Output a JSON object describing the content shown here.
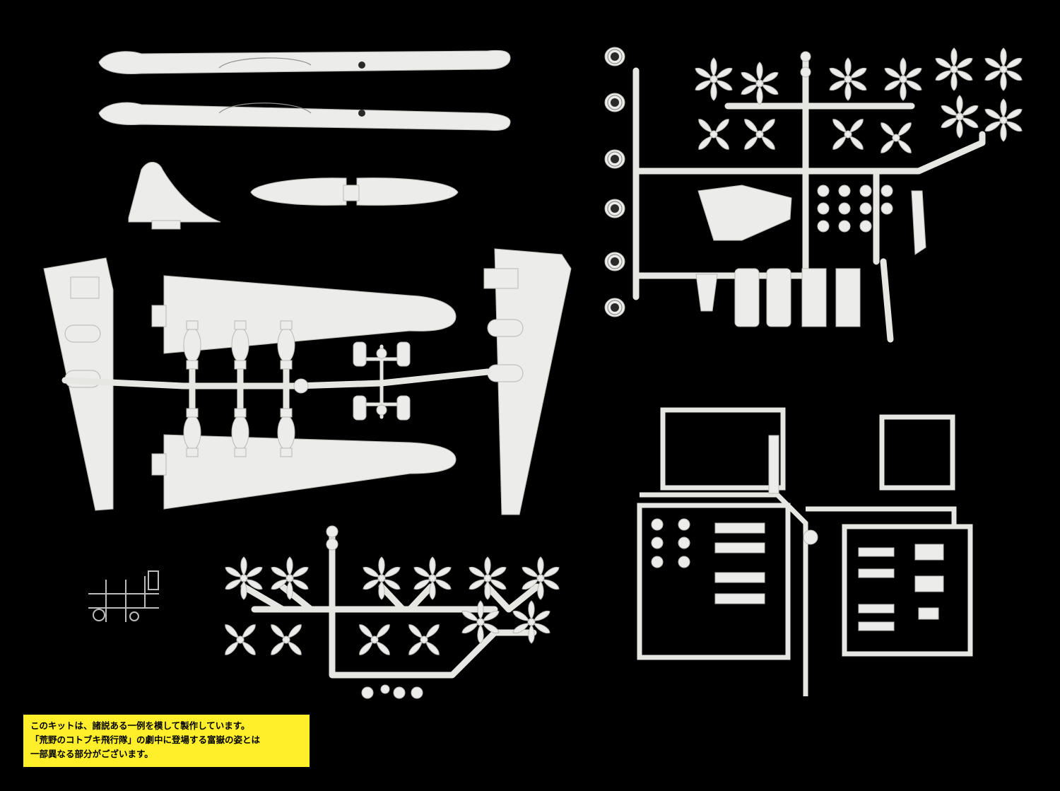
{
  "notice": {
    "line1": "このキットは、諸説ある一例を模して製作しています。",
    "line2": "「荒野のコトブキ飛行隊」の劇中に登場する富嶽の姿とは",
    "line3": "一部異なる部分がございます。",
    "background": "#ffef2a"
  },
  "colors": {
    "background": "#000000",
    "plastic": "#ececea"
  }
}
